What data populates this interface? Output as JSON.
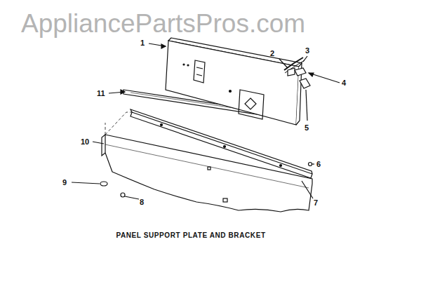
{
  "diagram": {
    "caption": "PANEL SUPPORT PLATE AND BRACKET",
    "labels": [
      "AppliancePartsPros.com",
      "1",
      "2",
      "3",
      "4",
      "5",
      "11",
      "6",
      "7",
      "10",
      "9",
      "8"
    ]
  }
}
